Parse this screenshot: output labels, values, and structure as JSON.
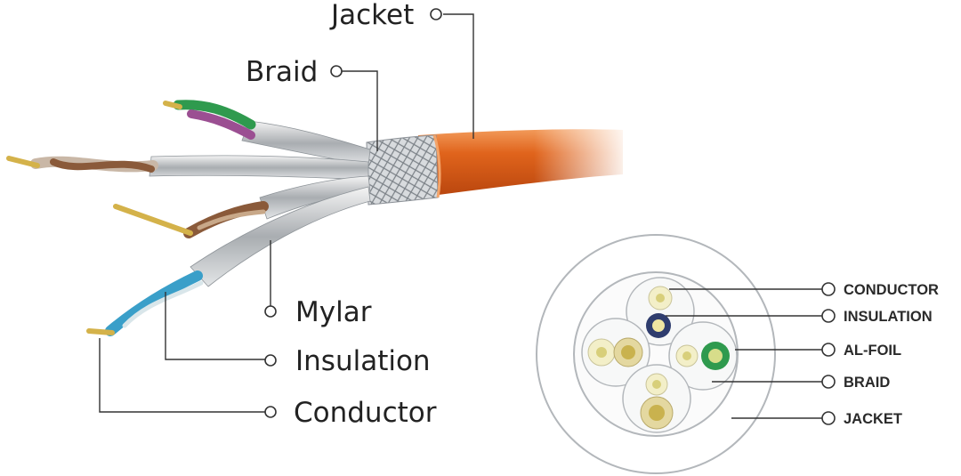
{
  "cable_labels": {
    "jacket": "Jacket",
    "braid": "Braid",
    "mylar": "Mylar",
    "insulation": "Insulation",
    "conductor": "Conductor"
  },
  "cross_section_labels": {
    "conductor": "CONDUCTOR",
    "insulation": "INSULATION",
    "al_foil": "AL-FOIL",
    "braid": "BRAID",
    "jacket": "JACKET"
  },
  "colors": {
    "jacket_orange": "#e0641c",
    "pair_green": "#2f9a4e",
    "pair_purple": "#9b4f92",
    "pair_brown": "#8a5a3a",
    "pair_blue": "#3a9fc9",
    "conductor_gold": "#d4b24a",
    "insulation_navy": "#2f3d6e",
    "braid_silver": "#cfd3d6"
  }
}
